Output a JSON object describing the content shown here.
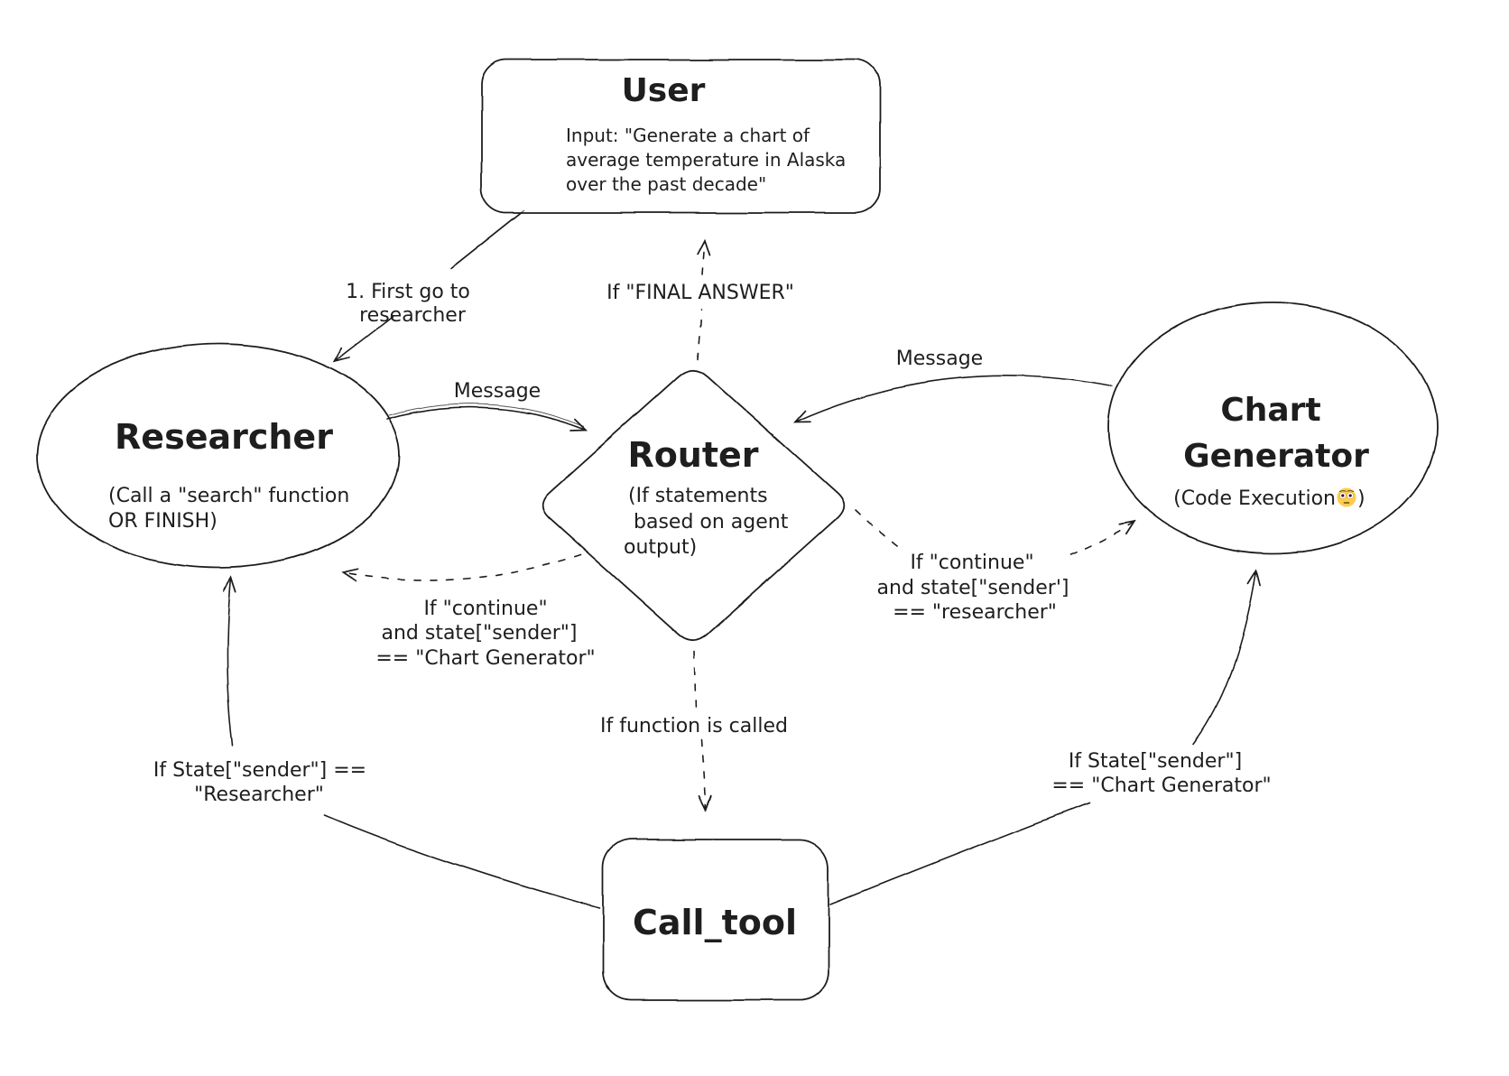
{
  "canvas": {
    "background": "#ffffff",
    "ink": "#1e1e1e"
  },
  "nodes": {
    "user": {
      "shape": "rounded-rectangle",
      "title": "User",
      "body_lines": [
        "Input: \"Generate a chart of",
        "average temperature in Alaska",
        "over the past decade\""
      ]
    },
    "researcher": {
      "shape": "ellipse",
      "title": "Researcher",
      "body_lines": [
        "(Call a \"search\" function",
        "OR FINISH)"
      ]
    },
    "router": {
      "shape": "diamond",
      "title": "Router",
      "body_lines": [
        "(If statements",
        "based on agent",
        "output)"
      ]
    },
    "chart_generator": {
      "shape": "ellipse",
      "title_lines": [
        "Chart",
        "Generator"
      ],
      "subtitle_prefix": "(Code Execution",
      "subtitle_emoji": "flushed-face",
      "subtitle_suffix": ")",
      "emoji_color": "#FFCC4D"
    },
    "call_tool": {
      "shape": "rounded-rectangle",
      "title": "Call_tool"
    }
  },
  "edges": {
    "user_to_researcher": {
      "from": "user",
      "to": "researcher",
      "style": "solid",
      "label_lines": [
        "1. First go to",
        "researcher"
      ]
    },
    "router_to_user": {
      "from": "router",
      "to": "user",
      "style": "dashed",
      "label": "If \"FINAL ANSWER\""
    },
    "researcher_to_router": {
      "from": "researcher",
      "to": "router",
      "style": "solid",
      "label": "Message"
    },
    "chart_generator_to_router": {
      "from": "chart_generator",
      "to": "router",
      "style": "solid",
      "label": "Message"
    },
    "router_to_researcher": {
      "from": "router",
      "to": "researcher",
      "style": "dashed",
      "label_lines": [
        "If \"continue\"",
        "and state[\"sender\"]",
        "== \"Chart Generator\""
      ]
    },
    "router_to_chart_generator": {
      "from": "router",
      "to": "chart_generator",
      "style": "dashed",
      "label_lines": [
        "If \"continue\"",
        "and state[\"sender']",
        "== \"researcher\""
      ]
    },
    "router_to_call_tool": {
      "from": "router",
      "to": "call_tool",
      "style": "dashed",
      "label": "If function is called"
    },
    "call_tool_to_researcher": {
      "from": "call_tool",
      "to": "researcher",
      "style": "solid",
      "label_lines": [
        "If State[\"sender\"] ==",
        "\"Researcher\""
      ]
    },
    "call_tool_to_chart_generator": {
      "from": "call_tool",
      "to": "chart_generator",
      "style": "solid",
      "label_lines": [
        "If State[\"sender\"]",
        "== \"Chart Generator\""
      ]
    }
  }
}
